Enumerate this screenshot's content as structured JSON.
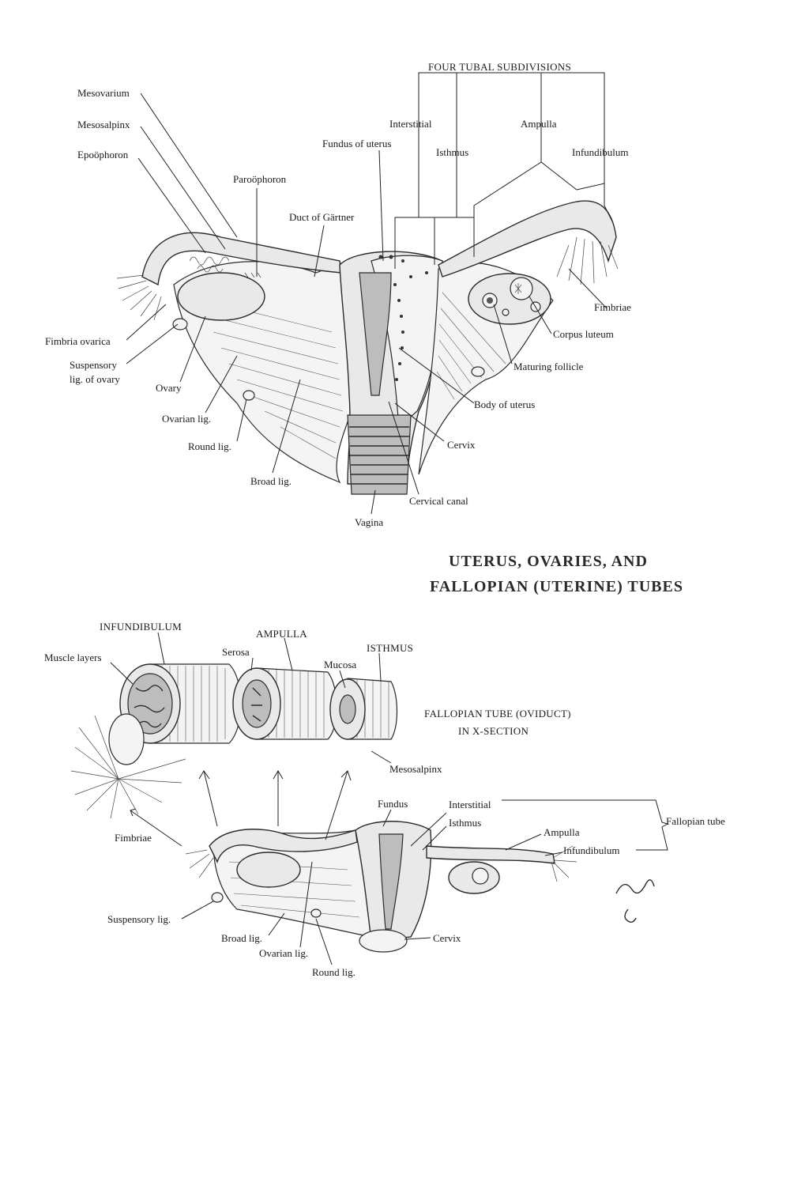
{
  "top_labels": {
    "four_tubal_subdivisions": "FOUR TUBAL SUBDIVISIONS",
    "interstitial": "Interstitial",
    "isthmus": "Isthmus",
    "ampulla": "Ampulla",
    "infundibulum": "Infundibulum",
    "mesovarium": "Mesovarium",
    "mesosalpinx": "Mesosalpinx",
    "epoophoron": "Epoöphoron",
    "paroophoron": "Paroöphoron",
    "fundus_of_uterus": "Fundus of uterus",
    "duct_of_gartner": "Duct of Gärtner",
    "fimbriae": "Fimbriae",
    "corpus_luteum": "Corpus luteum",
    "maturing_follicle": "Maturing follicle",
    "body_of_uterus": "Body of uterus",
    "cervix": "Cervix",
    "cervical_canal": "Cervical canal",
    "vagina": "Vagina",
    "broad_lig": "Broad lig.",
    "round_lig": "Round lig.",
    "ovarian_lig": "Ovarian lig.",
    "ovary": "Ovary",
    "suspensory_lig_line1": "Suspensory",
    "suspensory_lig_line2": "lig. of ovary",
    "fimbria_ovarica": "Fimbria ovarica"
  },
  "title": {
    "line1": "UTERUS, OVARIES, AND",
    "line2": "FALLOPIAN (UTERINE) TUBES"
  },
  "bottom_labels": {
    "infundibulum": "INFUNDIBULUM",
    "ampulla": "AMPULLA",
    "isthmus": "ISTHMUS",
    "muscle_layers": "Muscle layers",
    "serosa": "Serosa",
    "mucosa": "Mucosa",
    "xsection_line1": "FALLOPIAN TUBE (OVIDUCT)",
    "xsection_line2": "IN X-SECTION",
    "mesosalpinx": "Mesosalpinx",
    "fimbriae": "Fimbriae",
    "fundus": "Fundus",
    "interstitial": "Interstitial",
    "isthmus_small": "Isthmus",
    "ampulla_small": "Ampulla",
    "infundibulum_small": "Infundibulum",
    "fallopian_tube": "Fallopian tube",
    "suspensory_lig": "Suspensory lig.",
    "broad_lig": "Broad lig.",
    "ovarian_lig": "Ovarian lig.",
    "round_lig": "Round lig.",
    "cervix": "Cervix"
  }
}
